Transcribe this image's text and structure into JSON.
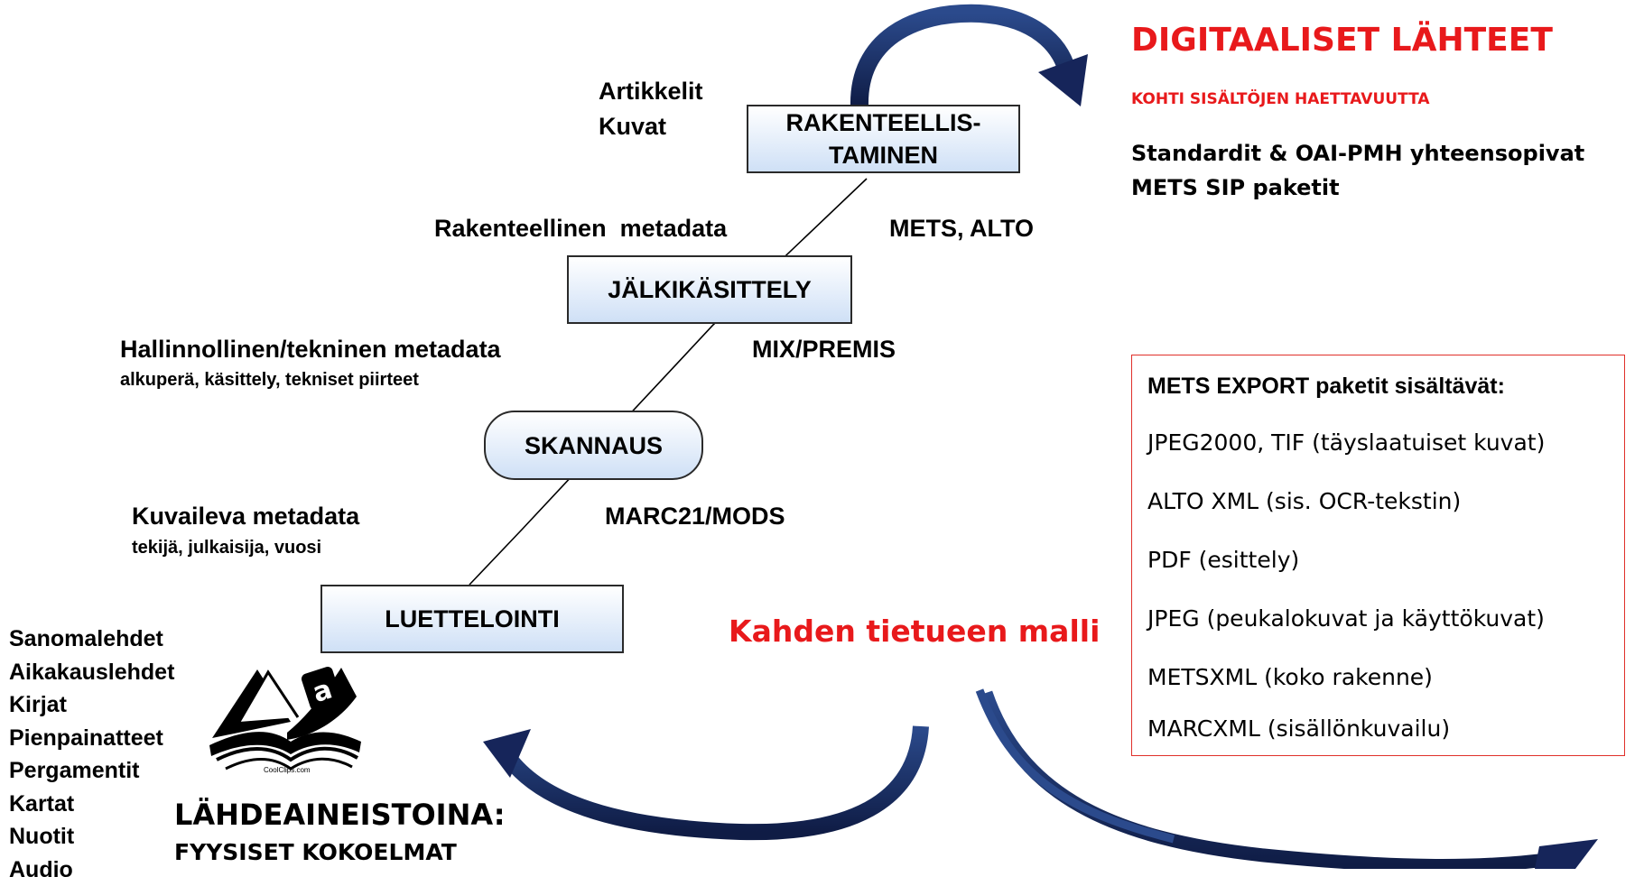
{
  "digital": {
    "title": "DIGITAALISET LÄHTEET",
    "subtitle": "KOHTI SISÄLTÖJEN HAETTAVUUTTA",
    "standards_line1": "Standardit & OAI-PMH yhteensopivat",
    "standards_line2": "METS SIP paketit"
  },
  "stages": {
    "structuring": {
      "line1": "RAKENTEELLIS-",
      "line2": "TAMINEN"
    },
    "postprocessing": "JÄLKIKÄSITTELY",
    "scanning": "SKANNAUS",
    "cataloguing": "LUETTELOINTI"
  },
  "labels": {
    "articles": "Artikkelit",
    "images": "Kuvat",
    "structural_metadata": "Rakenteellinen  metadata",
    "mets_alto": "METS, ALTO",
    "admin_metadata": "Hallinnollinen/tekninen metadata",
    "admin_metadata_sub": "alkuperä, käsittely, tekniset piirteet",
    "mix_premis": "MIX/PREMIS",
    "descriptive_metadata": "Kuvaileva metadata",
    "descriptive_metadata_sub": "tekijä, julkaisija, vuosi",
    "marc_mods": "MARC21/MODS"
  },
  "two_record_model": "Kahden tietueen malli",
  "sources": {
    "items": [
      "Sanomalehdet",
      "Aikakauslehdet",
      "Kirjat",
      "Pienpainatteet",
      "Pergamentit",
      "Kartat",
      "Nuotit",
      "Audio"
    ],
    "heading": "LÄHDEAINEISTOINA:",
    "subheading": "FYYSISET KOKOELMAT",
    "clipart_credit": "CoolClips.com"
  },
  "export": {
    "title": "METS  EXPORT paketit sisältävät:",
    "items": [
      "JPEG2000, TIF (täyslaatuiset kuvat)",
      "ALTO XML (sis. OCR-tekstin)",
      "PDF (esittely)",
      "JPEG (peukalokuvat ja käyttökuvat)",
      "METSXML (koko rakenne)",
      "MARCXML (sisällönkuvailu)"
    ]
  },
  "colors": {
    "accent_red": "#e8191b",
    "arrow_navy": "#1a2a5e",
    "box_gradient_bottom": "#cfe0f6",
    "export_border": "#e0302a"
  },
  "icons": [
    "curved-arrow-icon",
    "book-clipart-icon"
  ]
}
